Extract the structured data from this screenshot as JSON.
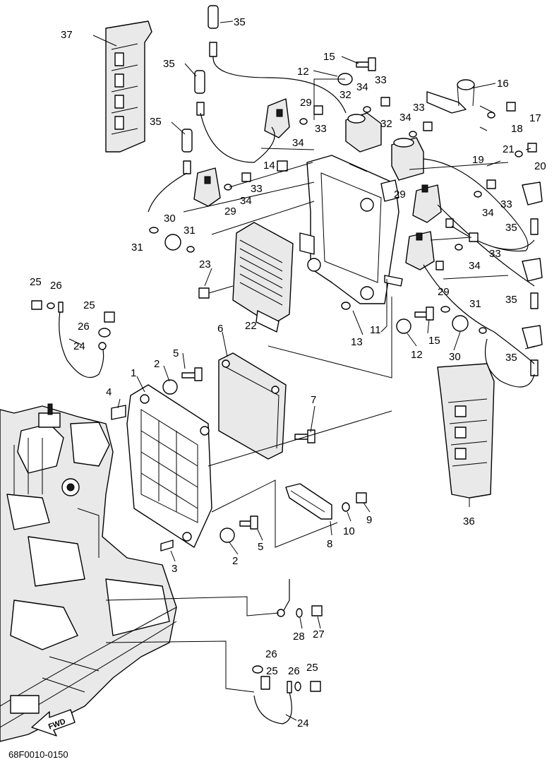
{
  "diagram": {
    "document_id": "68F0010-0150",
    "direction_arrow": "FWD",
    "callouts": [
      "37",
      "35",
      "35",
      "35",
      "15",
      "12",
      "33",
      "34",
      "32",
      "29",
      "33",
      "34",
      "16",
      "17",
      "18",
      "34",
      "32",
      "33",
      "14",
      "33",
      "34",
      "29",
      "21",
      "20",
      "19",
      "29",
      "34",
      "33",
      "35",
      "30",
      "31",
      "31",
      "34",
      "33",
      "23",
      "29",
      "35",
      "31",
      "12",
      "15",
      "30",
      "35",
      "11",
      "13",
      "22",
      "25",
      "26",
      "25",
      "26",
      "24",
      "6",
      "5",
      "2",
      "1",
      "4",
      "7",
      "36",
      "9",
      "8",
      "10",
      "5",
      "2",
      "3",
      "28",
      "27",
      "26",
      "25",
      "26",
      "25",
      "24"
    ]
  }
}
